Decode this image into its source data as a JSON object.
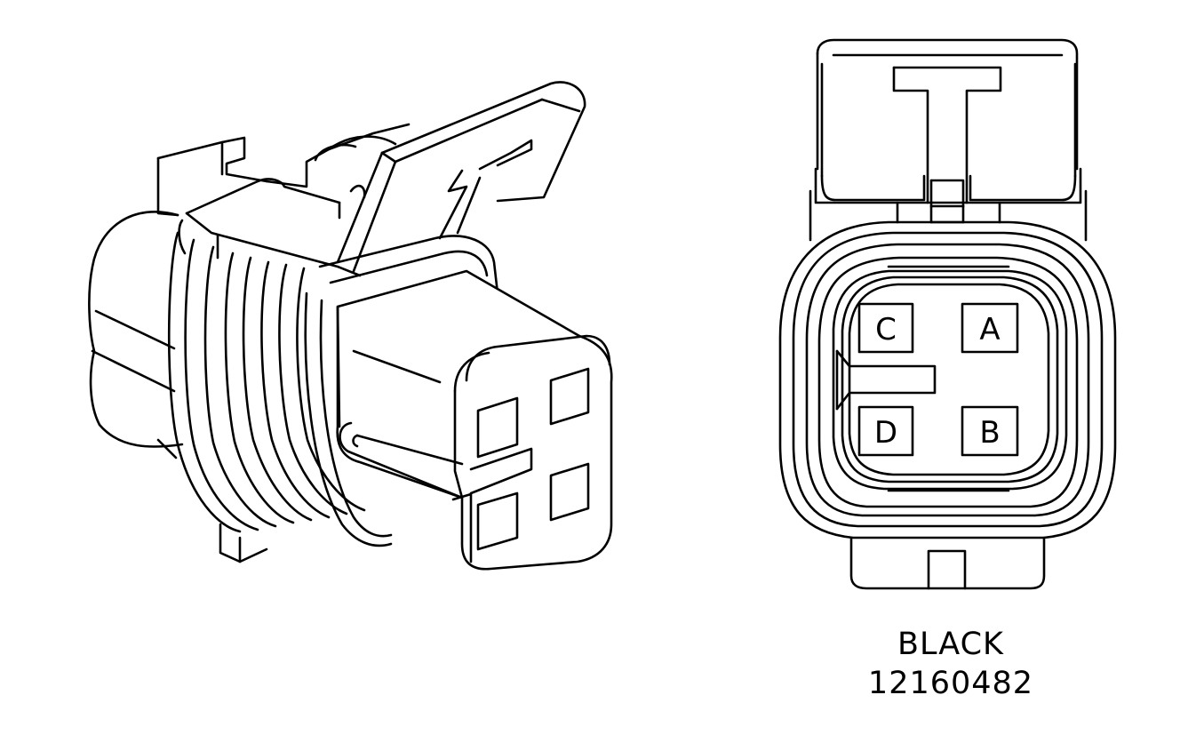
{
  "connector": {
    "color_label": "BLACK",
    "part_number": "12160482",
    "line_color": "#000000",
    "background_color": "#ffffff"
  },
  "face_view": {
    "cavities": [
      {
        "label": "C"
      },
      {
        "label": "A"
      },
      {
        "label": "D"
      },
      {
        "label": "B"
      }
    ]
  }
}
